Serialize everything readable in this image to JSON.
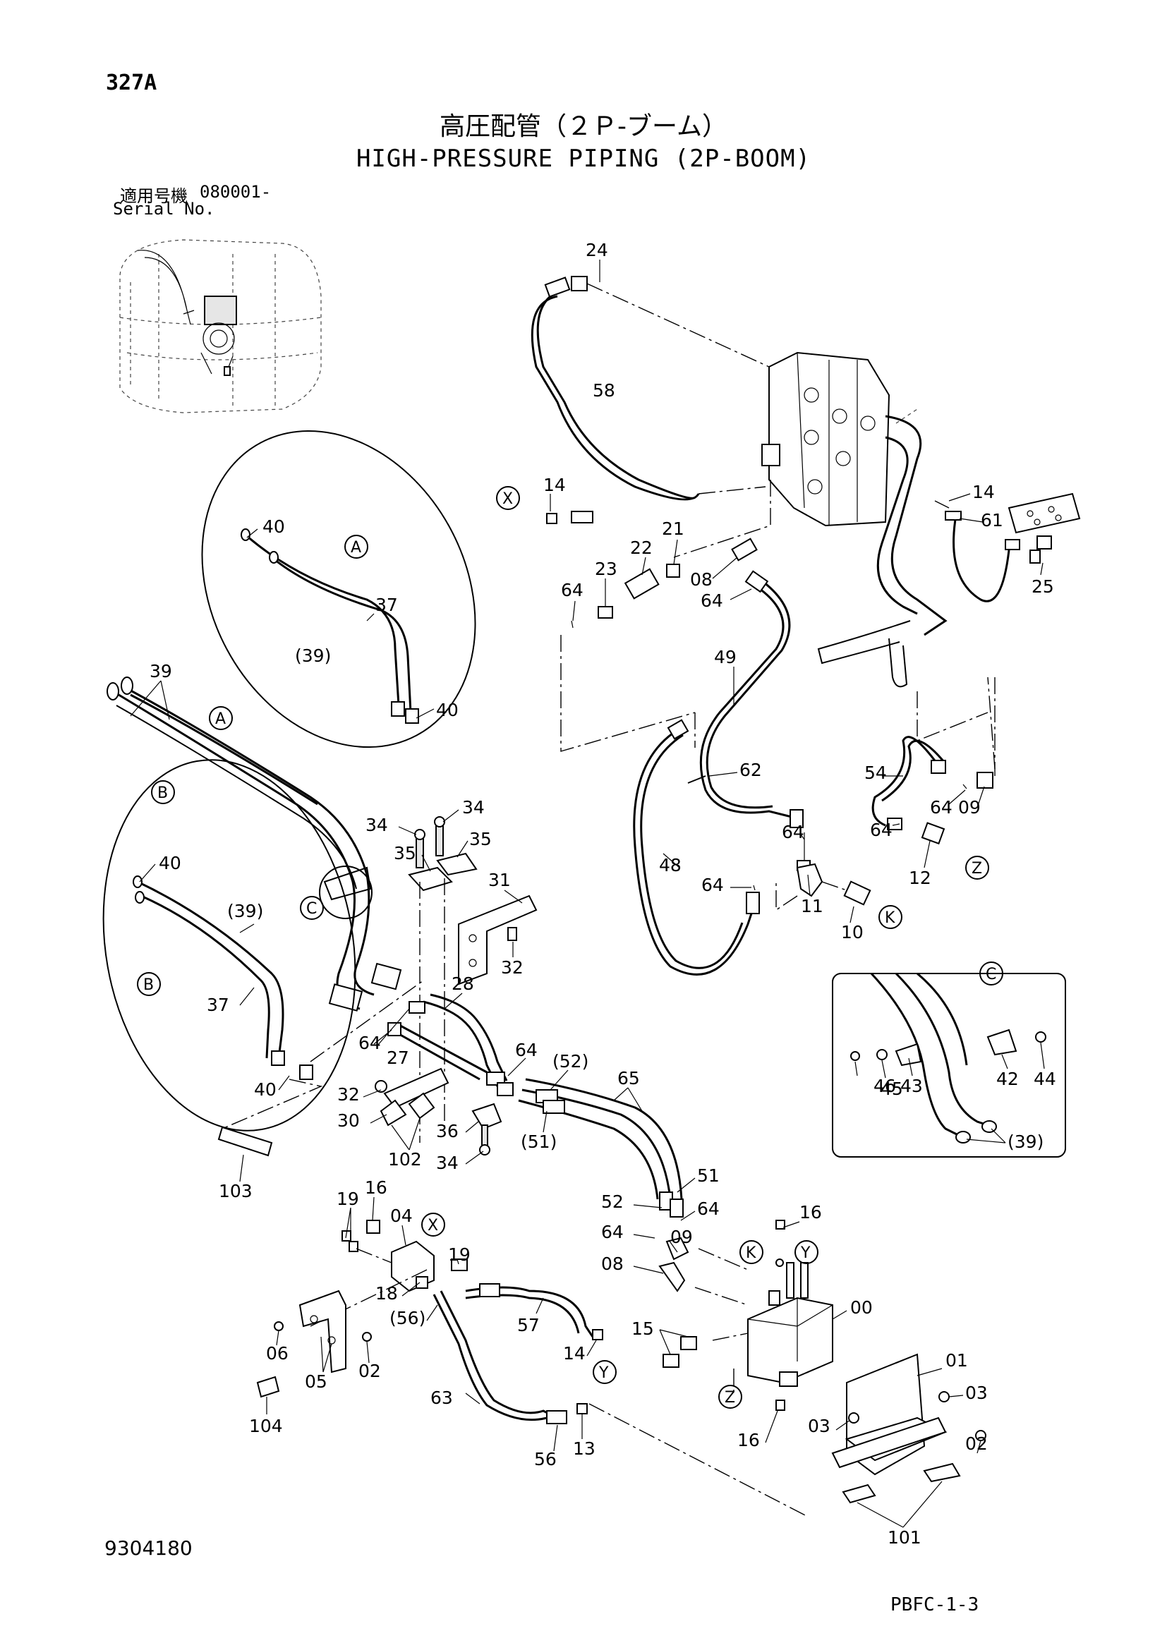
{
  "header": {
    "page_code": "327A",
    "title_ja": "高圧配管（２Ｐ-ブーム）",
    "title_en": "HIGH-PRESSURE PIPING (2P-BOOM)",
    "serial_label_ja": "適用号機",
    "serial_value": "080001-",
    "serial_label_en": "Serial No."
  },
  "callouts": {
    "A1": "A",
    "A2": "A",
    "B1": "B",
    "B2": "B",
    "C1": "C",
    "C2": "C",
    "X1": "X",
    "X2": "X",
    "Y1": "Y",
    "Y2": "Y",
    "Z1": "Z",
    "Z2": "Z",
    "K1": "K",
    "K2": "K"
  },
  "parts": {
    "p24": "24",
    "p58": "58",
    "p14a": "14",
    "p14b": "14",
    "p14c": "14",
    "p21": "21",
    "p22": "22",
    "p23": "23",
    "p08a": "08",
    "p08b": "08",
    "p64a": "64",
    "p64b": "64",
    "p64c": "64",
    "p64d": "64",
    "p64e": "64",
    "p64f": "64",
    "p64g": "64",
    "p64h": "64",
    "p64i": "64",
    "p64j": "64",
    "p61": "61",
    "p25": "25",
    "p49": "49",
    "p62": "62",
    "p48": "48",
    "p54": "54",
    "p09a": "09",
    "p09b": "09",
    "p12": "12",
    "p11": "11",
    "p10": "10",
    "p40a": "40",
    "p40b": "40",
    "p40c": "40",
    "p40d": "40",
    "p37a": "37",
    "p37b": "37",
    "p39a": "(39)",
    "p39b": "(39)",
    "p39c": "(39)",
    "p39d": "39",
    "p34a": "34",
    "p34b": "34",
    "p34c": "34",
    "p35a": "35",
    "p35b": "35",
    "p31": "31",
    "p32a": "32",
    "p32b": "32",
    "p28": "28",
    "p27": "27",
    "p52a": "(52)",
    "p65": "65",
    "p51a": "(51)",
    "p51b": "51",
    "p52b": "52",
    "p30": "30",
    "p36": "36",
    "p102": "102",
    "p103": "103",
    "p46": "46",
    "p45": "45",
    "p43": "43",
    "p42": "42",
    "p44": "44",
    "p19a": "19",
    "p19b": "19",
    "p16a": "16",
    "p16b": "16",
    "p16c": "16",
    "p04": "04",
    "p18": "18",
    "p56a": "(56)",
    "p56b": "56",
    "p57": "57",
    "p06": "06",
    "p05": "05",
    "p02a": "02",
    "p02b": "02",
    "p104": "104",
    "p63": "63",
    "p13": "13",
    "p15": "15",
    "p00": "00",
    "p01": "01",
    "p03a": "03",
    "p03b": "03",
    "p101": "101"
  },
  "footer": {
    "drawing_number": "9304180",
    "page_ref": "PBFC-1-3"
  }
}
